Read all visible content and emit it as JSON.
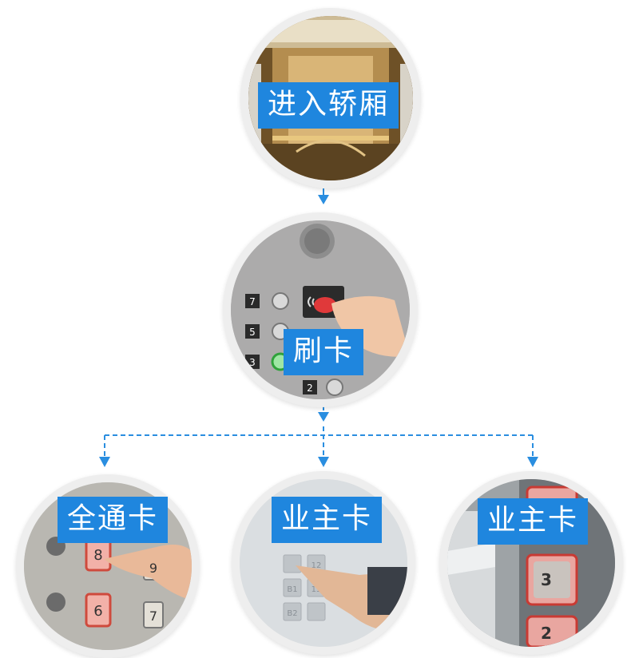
{
  "colors": {
    "accent": "#1f86de",
    "connector": "#2a8ee0",
    "ring": "#eeeeee"
  },
  "nodes": {
    "top": {
      "label": "进入轿厢"
    },
    "middle": {
      "label": "刷卡"
    },
    "left": {
      "label": "全通卡"
    },
    "center": {
      "label": "业主卡"
    },
    "right": {
      "label": "业主卡"
    }
  },
  "middle_panel": {
    "floor_labels": [
      "7",
      "5",
      "3",
      "2"
    ]
  },
  "left_panel": {
    "button_labels": [
      "8",
      "9",
      "6",
      "7"
    ]
  },
  "center_panel": {
    "button_labels": [
      "12",
      "B1",
      "15",
      "B2"
    ]
  },
  "right_panel": {
    "button_labels": [
      "3",
      "2"
    ]
  }
}
